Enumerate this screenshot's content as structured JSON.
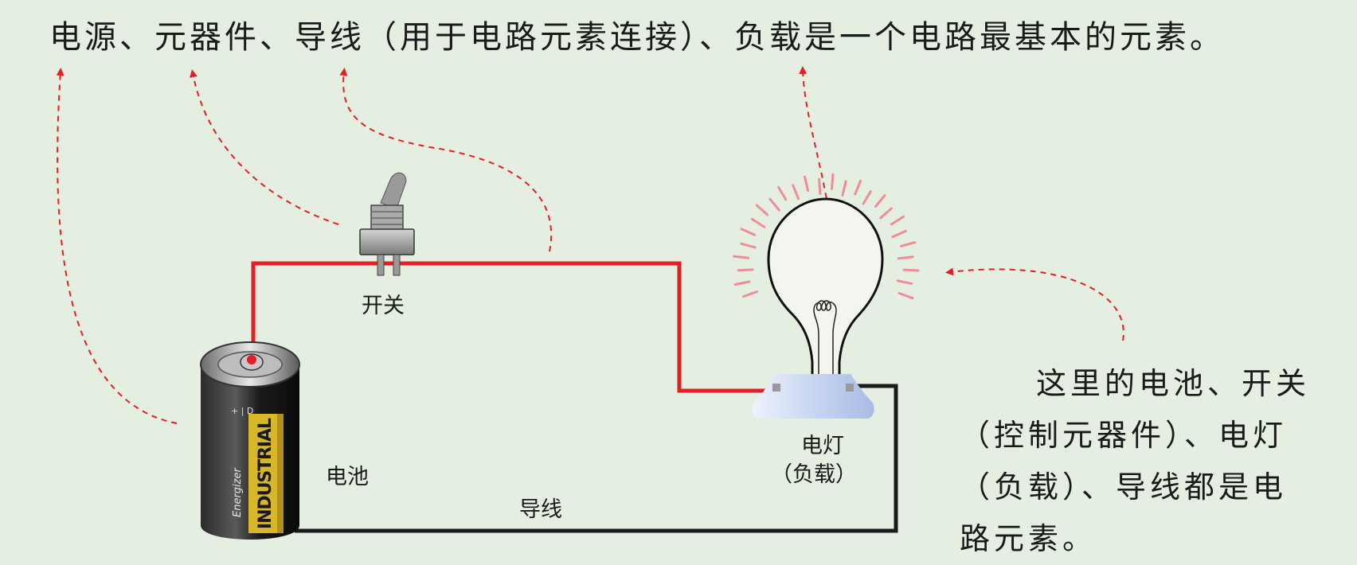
{
  "headline": "电源、元器件、导线（用于电路元素连接）、负载是一个电路最基本的元素。",
  "labels": {
    "switch": "开关",
    "battery": "电池",
    "wire": "导线",
    "lamp_line1": "电灯",
    "lamp_line2": "（负载）"
  },
  "battery_print": {
    "brand": "Energizer",
    "model": "INDUSTRIAL"
  },
  "note": {
    "line1": "这里的电池、开关",
    "line2": "（控制元器件）、电灯",
    "line3": "（负载）、导线都是电",
    "line4": "路元素。"
  },
  "colors": {
    "background": "#e4efe1",
    "live_wire": "#e31e24",
    "return_wire": "#1a1a1a",
    "arrow": "#e31e24",
    "glow": "#f08c9a"
  }
}
